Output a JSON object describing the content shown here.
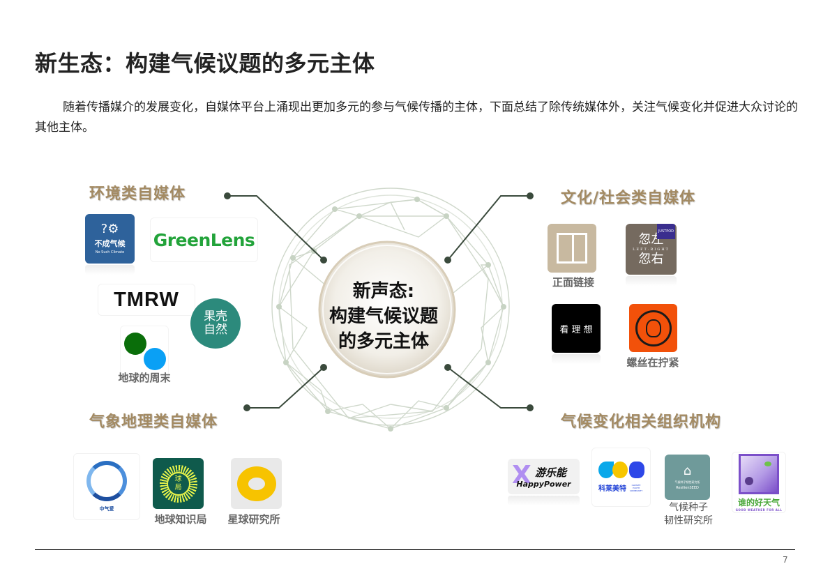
{
  "page": {
    "title": "新生态：构建气候议题的多元主体",
    "intro": "随着传播媒介的发展变化，自媒体平台上涌现出更加多元的参与气候传播的主体，下面总结了除传统媒体外，关注气候变化并促进大众讨论的其他主体。",
    "page_number": "7"
  },
  "diagram": {
    "center": {
      "line1": "新声态:",
      "line2": "构建气候议题",
      "line3": "的多元主体"
    },
    "categories": [
      {
        "label": "环境类自媒体",
        "items": [
          {
            "name": "不成气候",
            "subtitle": "No Such Climate",
            "color": "#2e629b"
          },
          {
            "name": "GreenLens",
            "color": "#22a33a"
          },
          {
            "name": "TMRW",
            "color": "#111111"
          },
          {
            "name": "果壳自然",
            "line1": "果壳",
            "line2": "自然",
            "color": "#2c8a7c"
          },
          {
            "name": "地球的周末",
            "caption": "地球的周末",
            "dot1": "#0a6e0a",
            "dot2": "#0aa0f5"
          }
        ]
      },
      {
        "label": "文化/社会类自媒体",
        "items": [
          {
            "name": "正面链接",
            "caption": "正面链接",
            "color": "#c8b9a0"
          },
          {
            "name": "忽左忽右",
            "line1": "忽左",
            "line2": "忽右",
            "tagline": "LEFT·RIGHT",
            "badge": "JUSTPOD",
            "color": "#756a5f"
          },
          {
            "name": "看理想",
            "text": "看 理 想",
            "color": "#000000"
          },
          {
            "name": "螺丝在拧紧",
            "caption": "螺丝在拧紧",
            "color": "#f2510a"
          }
        ]
      },
      {
        "label": "气象地理类自媒体",
        "items": [
          {
            "name": "中气爱",
            "caption_small": "中气爱",
            "color": "#2a6fc2"
          },
          {
            "name": "地球知识局",
            "caption": "地球知识局",
            "icon_text_1": "球",
            "icon_text_2": "局",
            "color": "#0f5a4c"
          },
          {
            "name": "星球研究所",
            "caption": "星球研究所",
            "color": "#f7c300"
          }
        ]
      },
      {
        "label": "气候变化相关组织机构",
        "items": [
          {
            "name": "游乐能",
            "line1": "游乐能",
            "line2": "HappyPower",
            "color": "#7b3fe4"
          },
          {
            "name": "科莱美特",
            "line1": "科莱美特",
            "line2": "CLIMATE YOUTH COMMUNITY",
            "color": "#1d3fd6"
          },
          {
            "name": "气候种子韧性研究所",
            "line1": "气候种子韧性研究所",
            "line2": "ResilienSEED",
            "caption1": "气候种子",
            "caption2": "韧性研究所",
            "color": "#6f9a9a"
          },
          {
            "name": "谁的好天气",
            "line1": "谁的好天气",
            "line2": "GOOD WEATHER FOR ALL",
            "color": "#7b4fc9"
          }
        ]
      }
    ]
  },
  "colors": {
    "category_label": "#a38a62",
    "connector": "#3a4a3c",
    "mesh": "#c9d3c5"
  }
}
